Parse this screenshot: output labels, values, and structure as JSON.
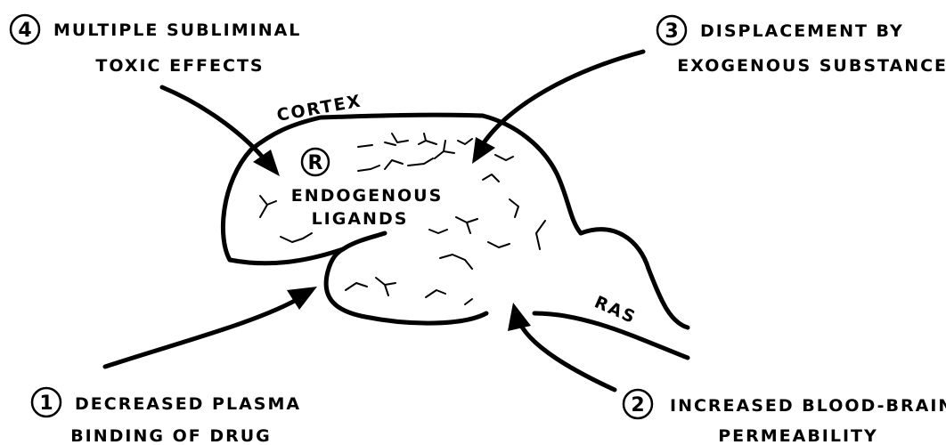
{
  "labels": {
    "cortex": "CORTEX",
    "receptor_symbol": "R",
    "endogenous_line1": "ENDOGENOUS",
    "endogenous_line2": "LIGANDS",
    "ras": "RAS"
  },
  "factors": [
    {
      "number": "1",
      "line1": "DECREASED PLASMA",
      "line2": "BINDING OF DRUG"
    },
    {
      "number": "2",
      "line1": "INCREASED BLOOD-BRAIN",
      "line2": "PERMEABILITY"
    },
    {
      "number": "3",
      "line1": "DISPLACEMENT BY",
      "line2": "EXOGENOUS SUBSTANCES"
    },
    {
      "number": "4",
      "line1": "MULTIPLE SUBLIMINAL",
      "line2": "TOXIC EFFECTS"
    }
  ]
}
